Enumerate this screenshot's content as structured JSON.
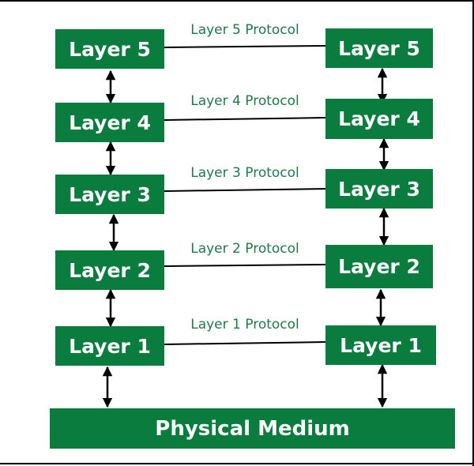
{
  "left_stack": [
    "Layer 5",
    "Layer 4",
    "Layer 3",
    "Layer 2",
    "Layer 1"
  ],
  "right_stack": [
    "Layer 5",
    "Layer 4",
    "Layer 3",
    "Layer 2",
    "Layer 1"
  ],
  "protocols": [
    "Layer 5 Protocol",
    "Layer 4 Protocol",
    "Layer 3 Protocol",
    "Layer 2 Protocol",
    "Layer 1 Protocol"
  ],
  "physical_medium": "Physical Medium",
  "colors": {
    "box": "#0a7c3e",
    "box_text": "#ffffff",
    "protocol_text": "#1e7a4a",
    "lines": "#000000"
  }
}
